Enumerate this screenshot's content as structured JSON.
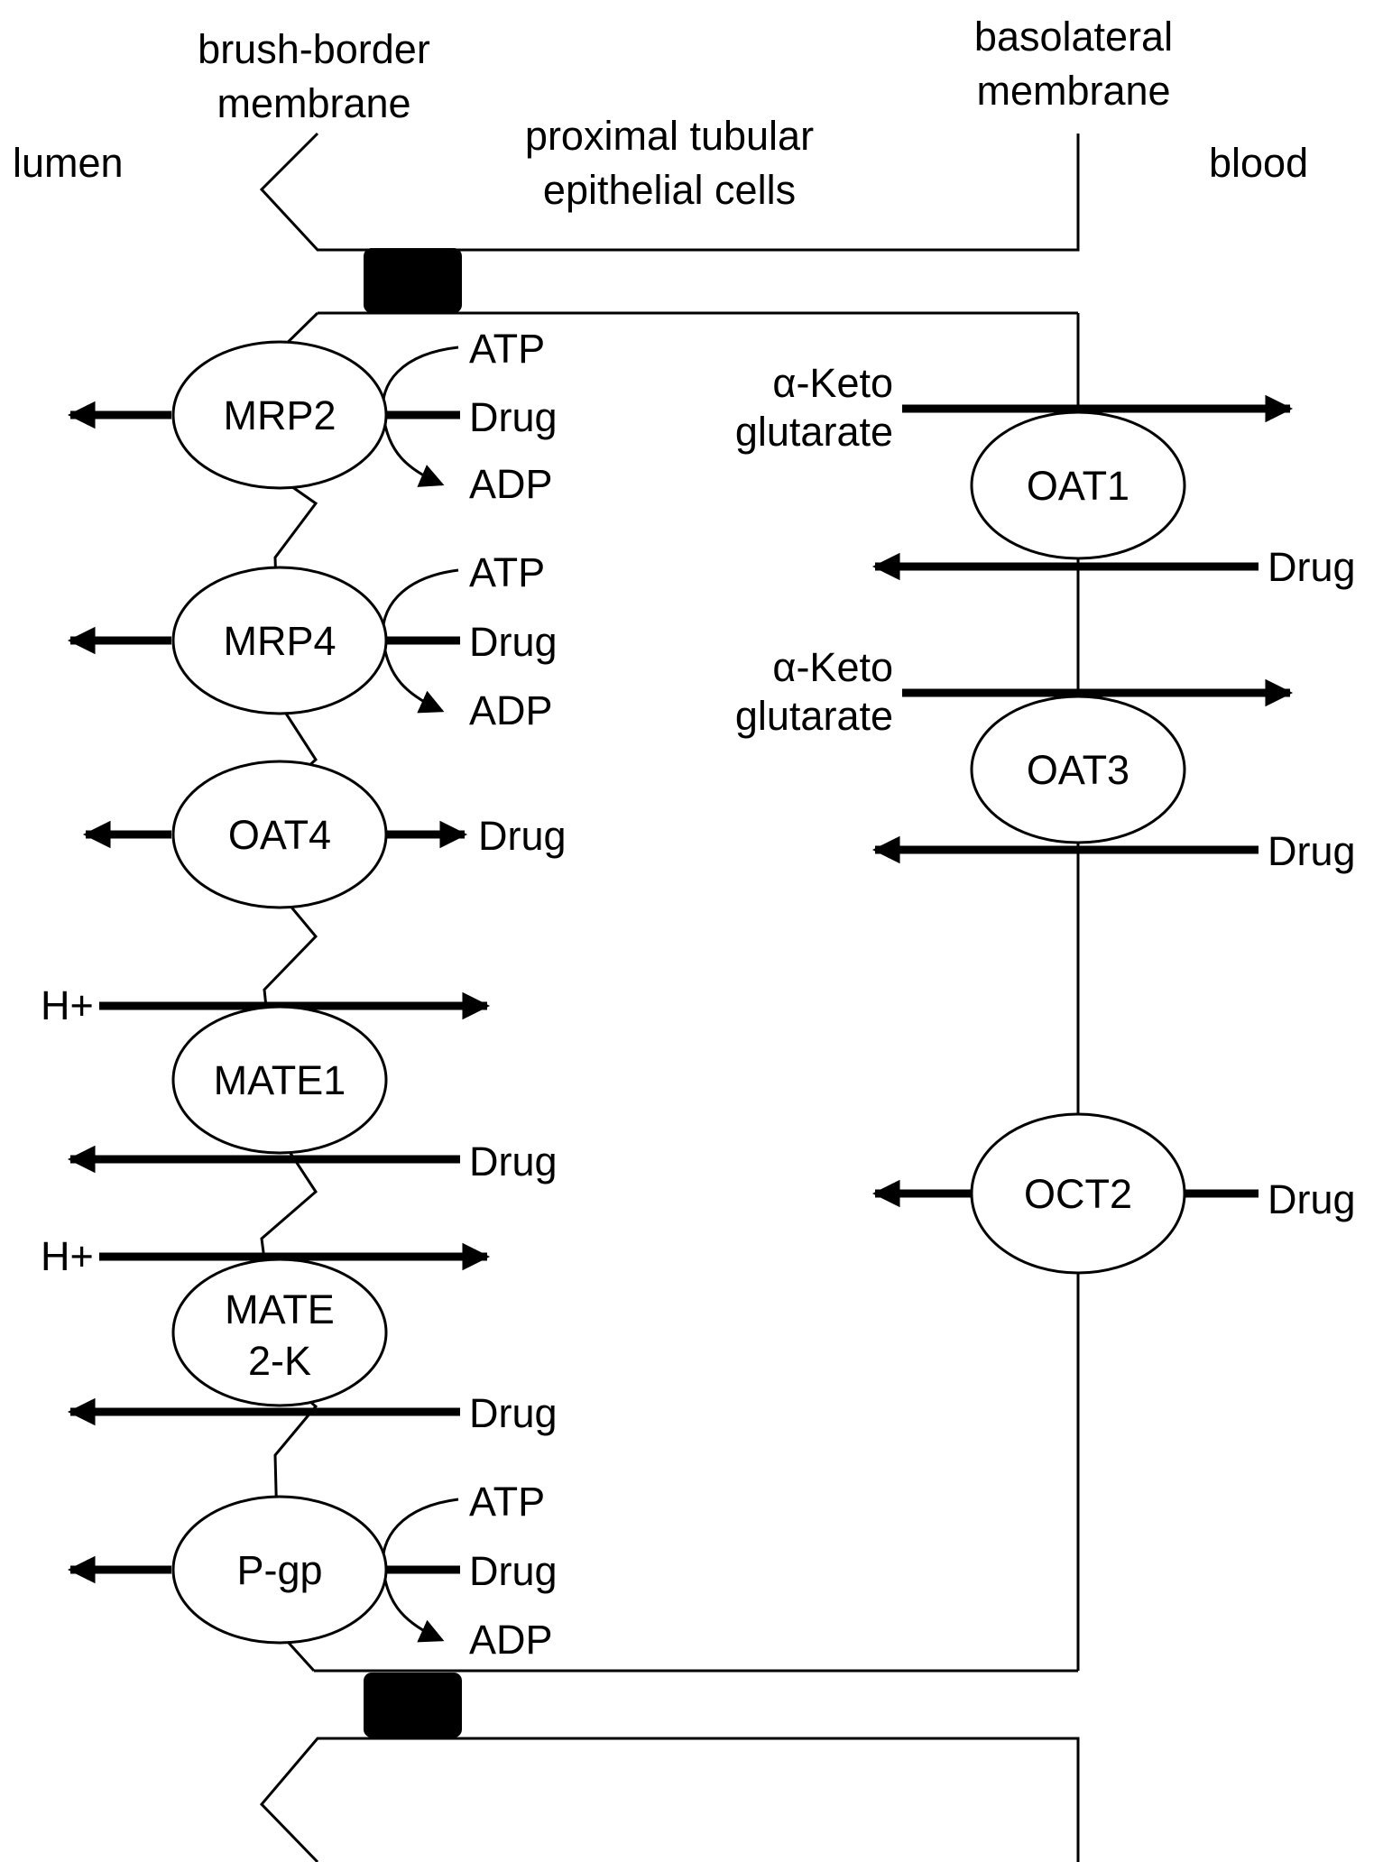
{
  "header": {
    "lumen": "lumen",
    "brush_border": [
      "brush-border",
      "membrane"
    ],
    "cells": [
      "proximal tubular",
      "epithelial cells"
    ],
    "basolateral": [
      "basolateral",
      "membrane"
    ],
    "blood": "blood"
  },
  "apical_transporters": [
    {
      "name": "MRP2",
      "atp": "ATP",
      "drug": "Drug",
      "adp": "ADP"
    },
    {
      "name": "MRP4",
      "atp": "ATP",
      "drug": "Drug",
      "adp": "ADP"
    },
    {
      "name": "OAT4",
      "drug": "Drug"
    },
    {
      "name": "MATE1",
      "ion": "H+",
      "drug": "Drug"
    },
    {
      "name": "MATE 2-K",
      "lines": [
        "MATE",
        "2-K"
      ],
      "ion": "H+",
      "drug": "Drug"
    },
    {
      "name": "P-gp",
      "atp": "ATP",
      "drug": "Drug",
      "adp": "ADP"
    }
  ],
  "basolateral_transporters": [
    {
      "name": "OAT1",
      "substrate": [
        "α-Keto",
        "glutarate"
      ],
      "drug": "Drug"
    },
    {
      "name": "OAT3",
      "substrate": [
        "α-Keto",
        "glutarate"
      ],
      "drug": "Drug"
    },
    {
      "name": "OCT2",
      "drug": "Drug"
    }
  ]
}
